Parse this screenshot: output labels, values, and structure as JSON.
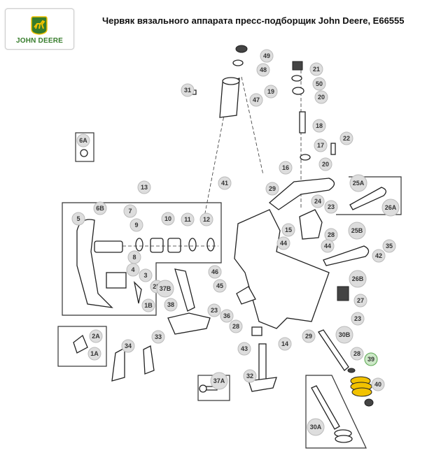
{
  "logo": {
    "brand_text": "JOHN DEERE"
  },
  "title": "Червяк вязального аппарата пресс-подборщик John Deere, E66555",
  "highlight_color": "#f2c200",
  "callouts": [
    "49",
    "48",
    "21",
    "50",
    "31",
    "47",
    "19",
    "20",
    "18",
    "22",
    "6A",
    "17",
    "20",
    "16",
    "41",
    "29",
    "25A",
    "13",
    "24",
    "23",
    "26A",
    "6B",
    "7",
    "10",
    "11",
    "12",
    "5",
    "9",
    "15",
    "28",
    "25B",
    "35",
    "44",
    "44",
    "42",
    "8",
    "4",
    "3",
    "2B",
    "46",
    "26B",
    "37B",
    "45",
    "1B",
    "38",
    "27",
    "23",
    "36",
    "23",
    "28",
    "2A",
    "33",
    "30B",
    "29",
    "43",
    "14",
    "1A",
    "34",
    "28",
    "39",
    "32",
    "37A",
    "40",
    "30A"
  ],
  "highlighted_part": "39"
}
